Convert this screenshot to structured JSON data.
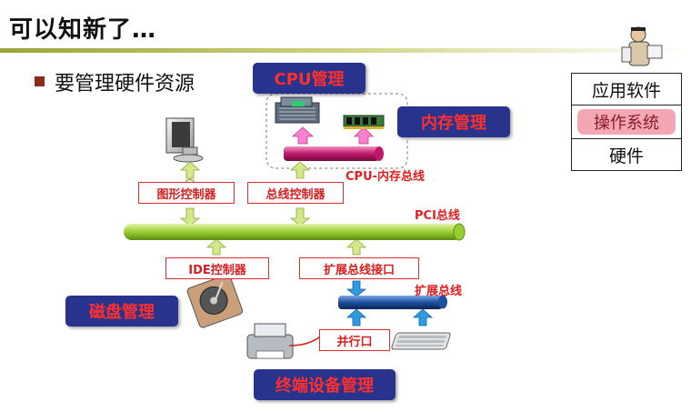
{
  "slide": {
    "title": "可以知新了…",
    "bullet": "要管理硬件资源"
  },
  "callouts": {
    "cpu": "CPU管理",
    "memory": "内存管理",
    "disk": "磁盘管理",
    "terminal": "终端设备管理"
  },
  "controllers": {
    "graphics": "图形控制器",
    "bus": "总线控制器",
    "ide": "IDE控制器",
    "expansion": "扩展总线接口",
    "parallel": "并行口"
  },
  "buses": {
    "cpu_memory": "CPU-内存总线",
    "pci": "PCI总线",
    "expansion": "扩展总线"
  },
  "layers": {
    "app": "应用软件",
    "os": "操作系统",
    "hw": "硬件"
  },
  "colors": {
    "pci_bus": "#9acd32",
    "cpu_memory_bus": "#c0186c",
    "expansion_bus": "#1f4fa0",
    "callout_bg": "#27338c",
    "callout_text": "#ff2f2f",
    "green_arrow": "#d4e88a",
    "pink_arrow": "#ff7fd0",
    "blue_arrow": "#2f9ae0"
  },
  "icons": [
    "monitor-icon",
    "cpu-chip-icon",
    "memory-module-icon",
    "hard-disk-icon",
    "printer-icon",
    "keyboard-icon",
    "teacher-figure-icon"
  ]
}
